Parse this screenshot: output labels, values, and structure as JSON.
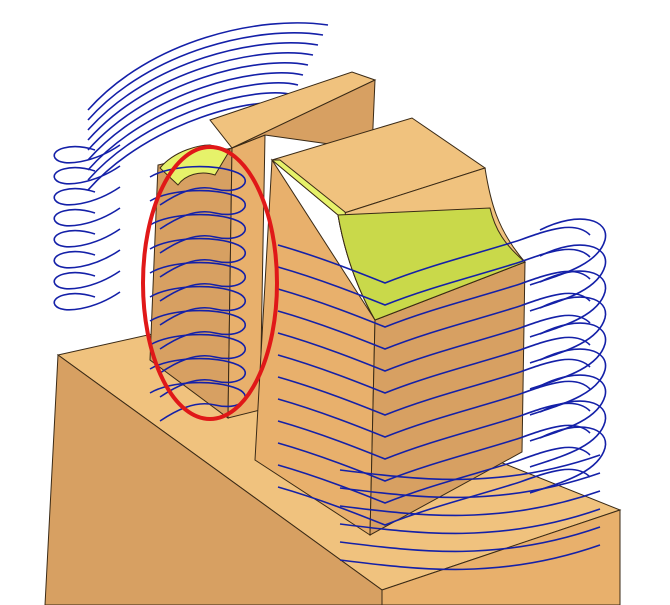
{
  "scene": {
    "colors": {
      "background": "#ffffff",
      "face_top": "#f0c27e",
      "face_left": "#d7a062",
      "face_right": "#e8b06c",
      "edge": "#3a2a16",
      "highlight_face": "#e6f26a",
      "highlight_face_dark": "#c9d94a",
      "toolpath": "#1420a8",
      "annotation": "#e01818"
    },
    "objects": [
      {
        "name": "base-block",
        "kind": "solid"
      },
      {
        "name": "thin-rib",
        "kind": "solid"
      },
      {
        "name": "main-boss",
        "kind": "solid"
      },
      {
        "name": "fillet-faces",
        "kind": "selected-face",
        "color": "#e6f26a"
      },
      {
        "name": "toolpath-loops",
        "kind": "toolpath",
        "color": "#1420a8"
      },
      {
        "name": "highlight-ellipse",
        "kind": "annotation",
        "color": "#e01818"
      }
    ]
  }
}
